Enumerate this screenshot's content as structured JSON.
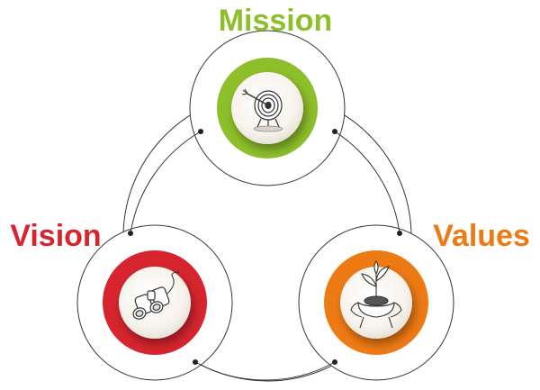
{
  "diagram": {
    "nodes": [
      {
        "id": "mission",
        "label": "Mission",
        "color": "#8dbf2a",
        "icon": "target-arrow-icon"
      },
      {
        "id": "vision",
        "label": "Vision",
        "color": "#d6252e",
        "icon": "binoculars-icon"
      },
      {
        "id": "values",
        "label": "Values",
        "color": "#ee7a14",
        "icon": "hands-seedling-icon"
      }
    ],
    "connector_color": "#333333",
    "background": "#ffffff"
  }
}
